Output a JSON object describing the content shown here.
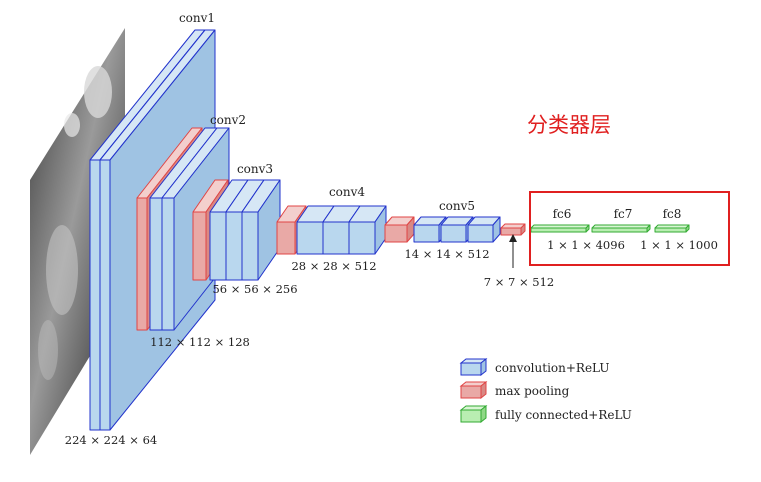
{
  "layers": {
    "conv1": "conv1",
    "conv2": "conv2",
    "conv3": "conv3",
    "conv4": "conv4",
    "conv5": "conv5",
    "fc6": "fc6",
    "fc7": "fc7",
    "fc8": "fc8"
  },
  "dims": {
    "d224": "224 × 224 × 64",
    "d112": "112 × 112 × 128",
    "d56": "56 × 56 × 256",
    "d28": "28 × 28 × 512",
    "d14": "14 × 14 × 512",
    "d7": "7 × 7 × 512",
    "fc4096": "1 × 1 × 4096",
    "fc1000": "1 × 1 × 1000"
  },
  "annotation": "分类器层",
  "legend": {
    "conv": "convolution+ReLU",
    "pool": "max pooling",
    "fc": "fully connected+ReLU"
  },
  "colors": {
    "conv_fill": "#b9d7ee",
    "conv_stroke": "#2233cc",
    "pool_fill": "#e9a9a6",
    "pool_stroke": "#e04545",
    "fc_fill": "#b9eeb2",
    "fc_stroke": "#33aa33",
    "annotation": "#e02020"
  }
}
